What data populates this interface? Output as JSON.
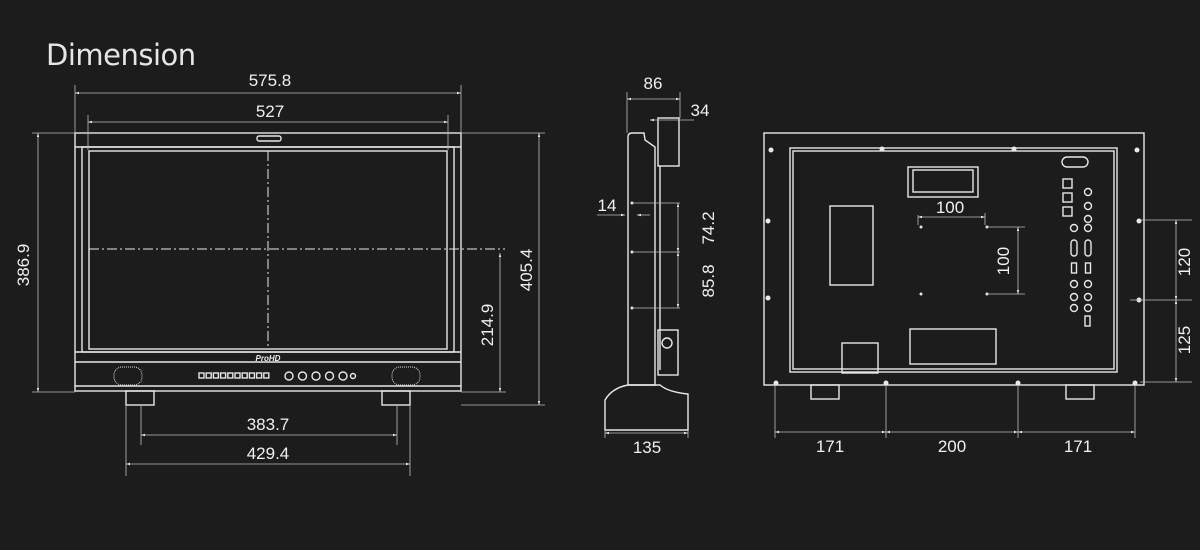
{
  "title": "Dimension",
  "brand_logo": "ProHD",
  "front_view": {
    "overall_width": "575.8",
    "screen_width": "527",
    "body_height": "386.9",
    "overall_height": "405.4",
    "center_height": "214.9",
    "foot_inner_span": "383.7",
    "foot_outer_span": "429.4"
  },
  "side_view": {
    "depth_top": "86",
    "back_module": "34",
    "offset": "14",
    "upper_hole_spacing": "74.2",
    "lower_hole_spacing": "85.8",
    "base_depth": "135"
  },
  "rear_view": {
    "left_span": "171",
    "center_span": "200",
    "right_span": "171",
    "upper_vertical": "120",
    "lower_vertical": "125",
    "vesa_horizontal": "100",
    "vesa_vertical": "100"
  }
}
